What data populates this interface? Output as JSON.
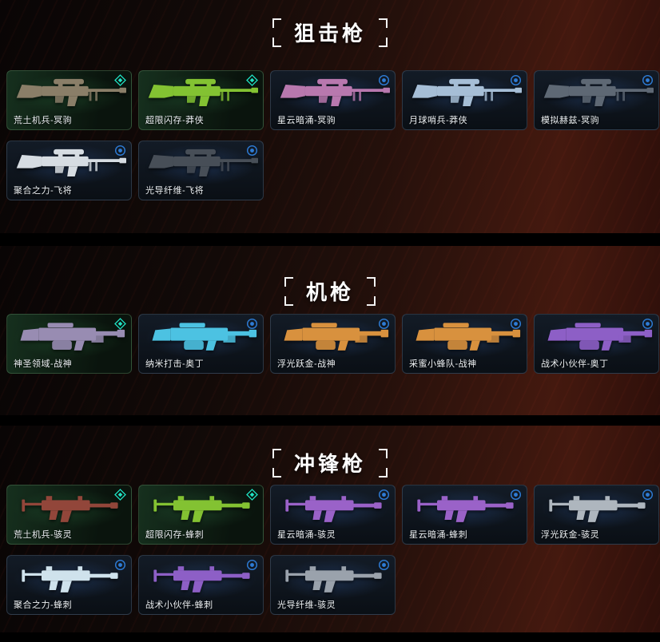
{
  "colors": {
    "tier_diamond": "#1fe3c4",
    "tier_circle": "#2e7cd6",
    "band_red": "#44190f",
    "background": "#000000"
  },
  "sections": [
    {
      "title": "狙击枪",
      "rows": [
        [
          {
            "label": "荒土机兵-冥驹",
            "badge": "diamond",
            "weapon": "sniper",
            "bg": "green",
            "gun_color": "#8a7e68"
          },
          {
            "label": "超限闪存-莽侠",
            "badge": "diamond",
            "weapon": "sniper",
            "bg": "green",
            "gun_color": "#83c232"
          },
          {
            "label": "星云暗涌-冥驹",
            "badge": "circle",
            "weapon": "sniper",
            "bg": "dark",
            "gun_color": "#b878ae"
          },
          {
            "label": "月球哨兵-莽侠",
            "badge": "circle",
            "weapon": "sniper",
            "bg": "dark",
            "gun_color": "#a6bed6"
          },
          {
            "label": "模拟赫兹-冥驹",
            "badge": "circle",
            "weapon": "sniper",
            "bg": "dark",
            "gun_color": "#5e6874"
          }
        ],
        [
          {
            "label": "聚合之力-飞将",
            "badge": "circle",
            "weapon": "sniper",
            "bg": "dark",
            "gun_color": "#d6dce2"
          },
          {
            "label": "光导纤维-飞将",
            "badge": "circle",
            "weapon": "sniper",
            "bg": "dark",
            "gun_color": "#474e57"
          }
        ]
      ]
    },
    {
      "title": "机枪",
      "rows": [
        [
          {
            "label": "神圣领域-战神",
            "badge": "diamond",
            "weapon": "mg",
            "bg": "green",
            "gun_color": "#988cb2"
          },
          {
            "label": "纳米打击-奥丁",
            "badge": "circle",
            "weapon": "mg",
            "bg": "dark",
            "gun_color": "#4cc2e2"
          },
          {
            "label": "浮光跃金-战神",
            "badge": "circle",
            "weapon": "mg",
            "bg": "dark",
            "gun_color": "#d6langa"
          },
          {
            "label": "采蜜小蜂队-战神",
            "badge": "circle",
            "weapon": "mg",
            "bg": "dark",
            "gun_color": "#d8913e"
          },
          {
            "label": "战术小伙伴-奥丁",
            "badge": "circle",
            "weapon": "mg",
            "bg": "dark",
            "gun_color": "#8d5fc6"
          }
        ]
      ]
    },
    {
      "title": "冲锋枪",
      "rows": [
        [
          {
            "label": "荒土机兵-骇灵",
            "badge": "diamond",
            "weapon": "smg",
            "bg": "green",
            "gun_color": "#92463a"
          },
          {
            "label": "超限闪存-蜂刺",
            "badge": "diamond",
            "weapon": "smg",
            "bg": "green",
            "gun_color": "#83c232"
          },
          {
            "label": "星云暗涌-骇灵",
            "badge": "circle",
            "weapon": "smg",
            "bg": "dark",
            "gun_color": "#9a62c8"
          },
          {
            "label": "星云暗涌-蜂刺",
            "badge": "circle",
            "weapon": "smg",
            "bg": "dark",
            "gun_color": "#9a62c8"
          },
          {
            "label": "浮光跃金-骇灵",
            "badge": "circle",
            "weapon": "smg",
            "bg": "dark",
            "gun_color": "#aeb6be"
          }
        ],
        [
          {
            "label": "聚合之力-蜂刺",
            "badge": "circle",
            "weapon": "smg",
            "bg": "dark",
            "gun_color": "#cfe2ec"
          },
          {
            "label": "战术小伙伴-蜂刺",
            "badge": "circle",
            "weapon": "smg",
            "bg": "dark",
            "gun_color": "#8d5fc6"
          },
          {
            "label": "光导纤维-骇灵",
            "badge": "circle",
            "weapon": "smg",
            "bg": "dark",
            "gun_color": "#9aa2ac"
          }
        ]
      ]
    }
  ]
}
